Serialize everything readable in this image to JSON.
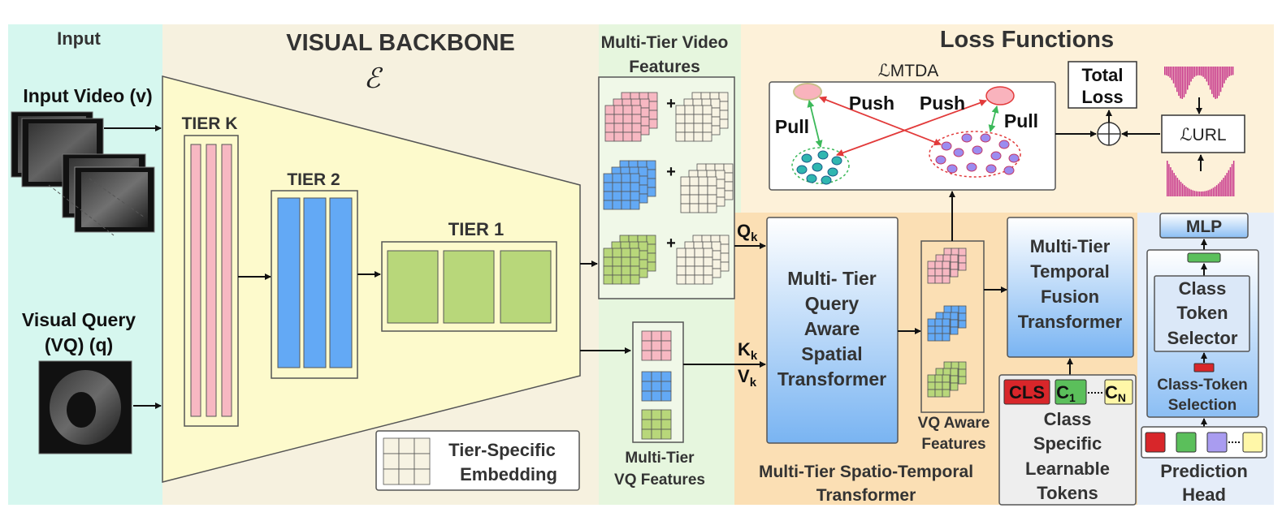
{
  "sections": {
    "input": "Input",
    "visual_backbone": "VISUAL BACKBONE",
    "backbone_symbol": "ℰ",
    "video_features": [
      "Multi-Tier Video",
      "Features"
    ],
    "loss_functions": "Loss Functions",
    "st_transformer": [
      "Multi-Tier Spatio-Temporal",
      "Transformer"
    ],
    "prediction_head": [
      "Prediction",
      "Head"
    ]
  },
  "inputs": {
    "video": "Input Video (v)",
    "query": [
      "Visual Query",
      "(VQ) (q)"
    ]
  },
  "tiers": {
    "k": "TIER K",
    "two": "TIER 2",
    "one": "TIER 1"
  },
  "legend": [
    "Tier-Specific",
    "Embedding"
  ],
  "vq_features": [
    "Multi-Tier",
    "VQ Features"
  ],
  "plus": "+",
  "qkv": {
    "q": "Q",
    "q_sub": "k",
    "k": "K",
    "k_sub": "k",
    "v": "V",
    "v_sub": "k"
  },
  "losses": {
    "mtda": "ℒMTDA",
    "url": "ℒURL",
    "total": [
      "Total",
      "Loss"
    ],
    "pull": "Pull",
    "push": "Push"
  },
  "blocks": {
    "spatial": [
      "Multi- Tier",
      "Query",
      "Aware",
      "Spatial",
      "Transformer"
    ],
    "vq_aware": [
      "VQ Aware",
      "Features"
    ],
    "temporal": [
      "Multi-Tier",
      "Temporal",
      "Fusion",
      "Transformer"
    ],
    "tokens": [
      "Class",
      "Specific",
      "Learnable",
      "Tokens"
    ],
    "cls": "CLS",
    "c1": "C",
    "c1_sub": "1",
    "cn": "C",
    "cn_sub": "N",
    "mlp": "MLP",
    "selector": [
      "Class",
      "Token",
      "Selector"
    ],
    "selection": [
      "Class-Token",
      "Selection"
    ]
  },
  "colors": {
    "input_bg": "#d6f7ef",
    "backbone_bg": "#f6f1df",
    "trapezoid": "#fdfacc",
    "features_bg": "#e6f6de",
    "loss_bg": "#fdf1d9",
    "st_bg": "#fbdfb4",
    "head_bg": "#e6eef9",
    "pink": "#f7b8c2",
    "blue": "#63a9f5",
    "green": "#b8d77a",
    "red": "#e23a3a"
  }
}
